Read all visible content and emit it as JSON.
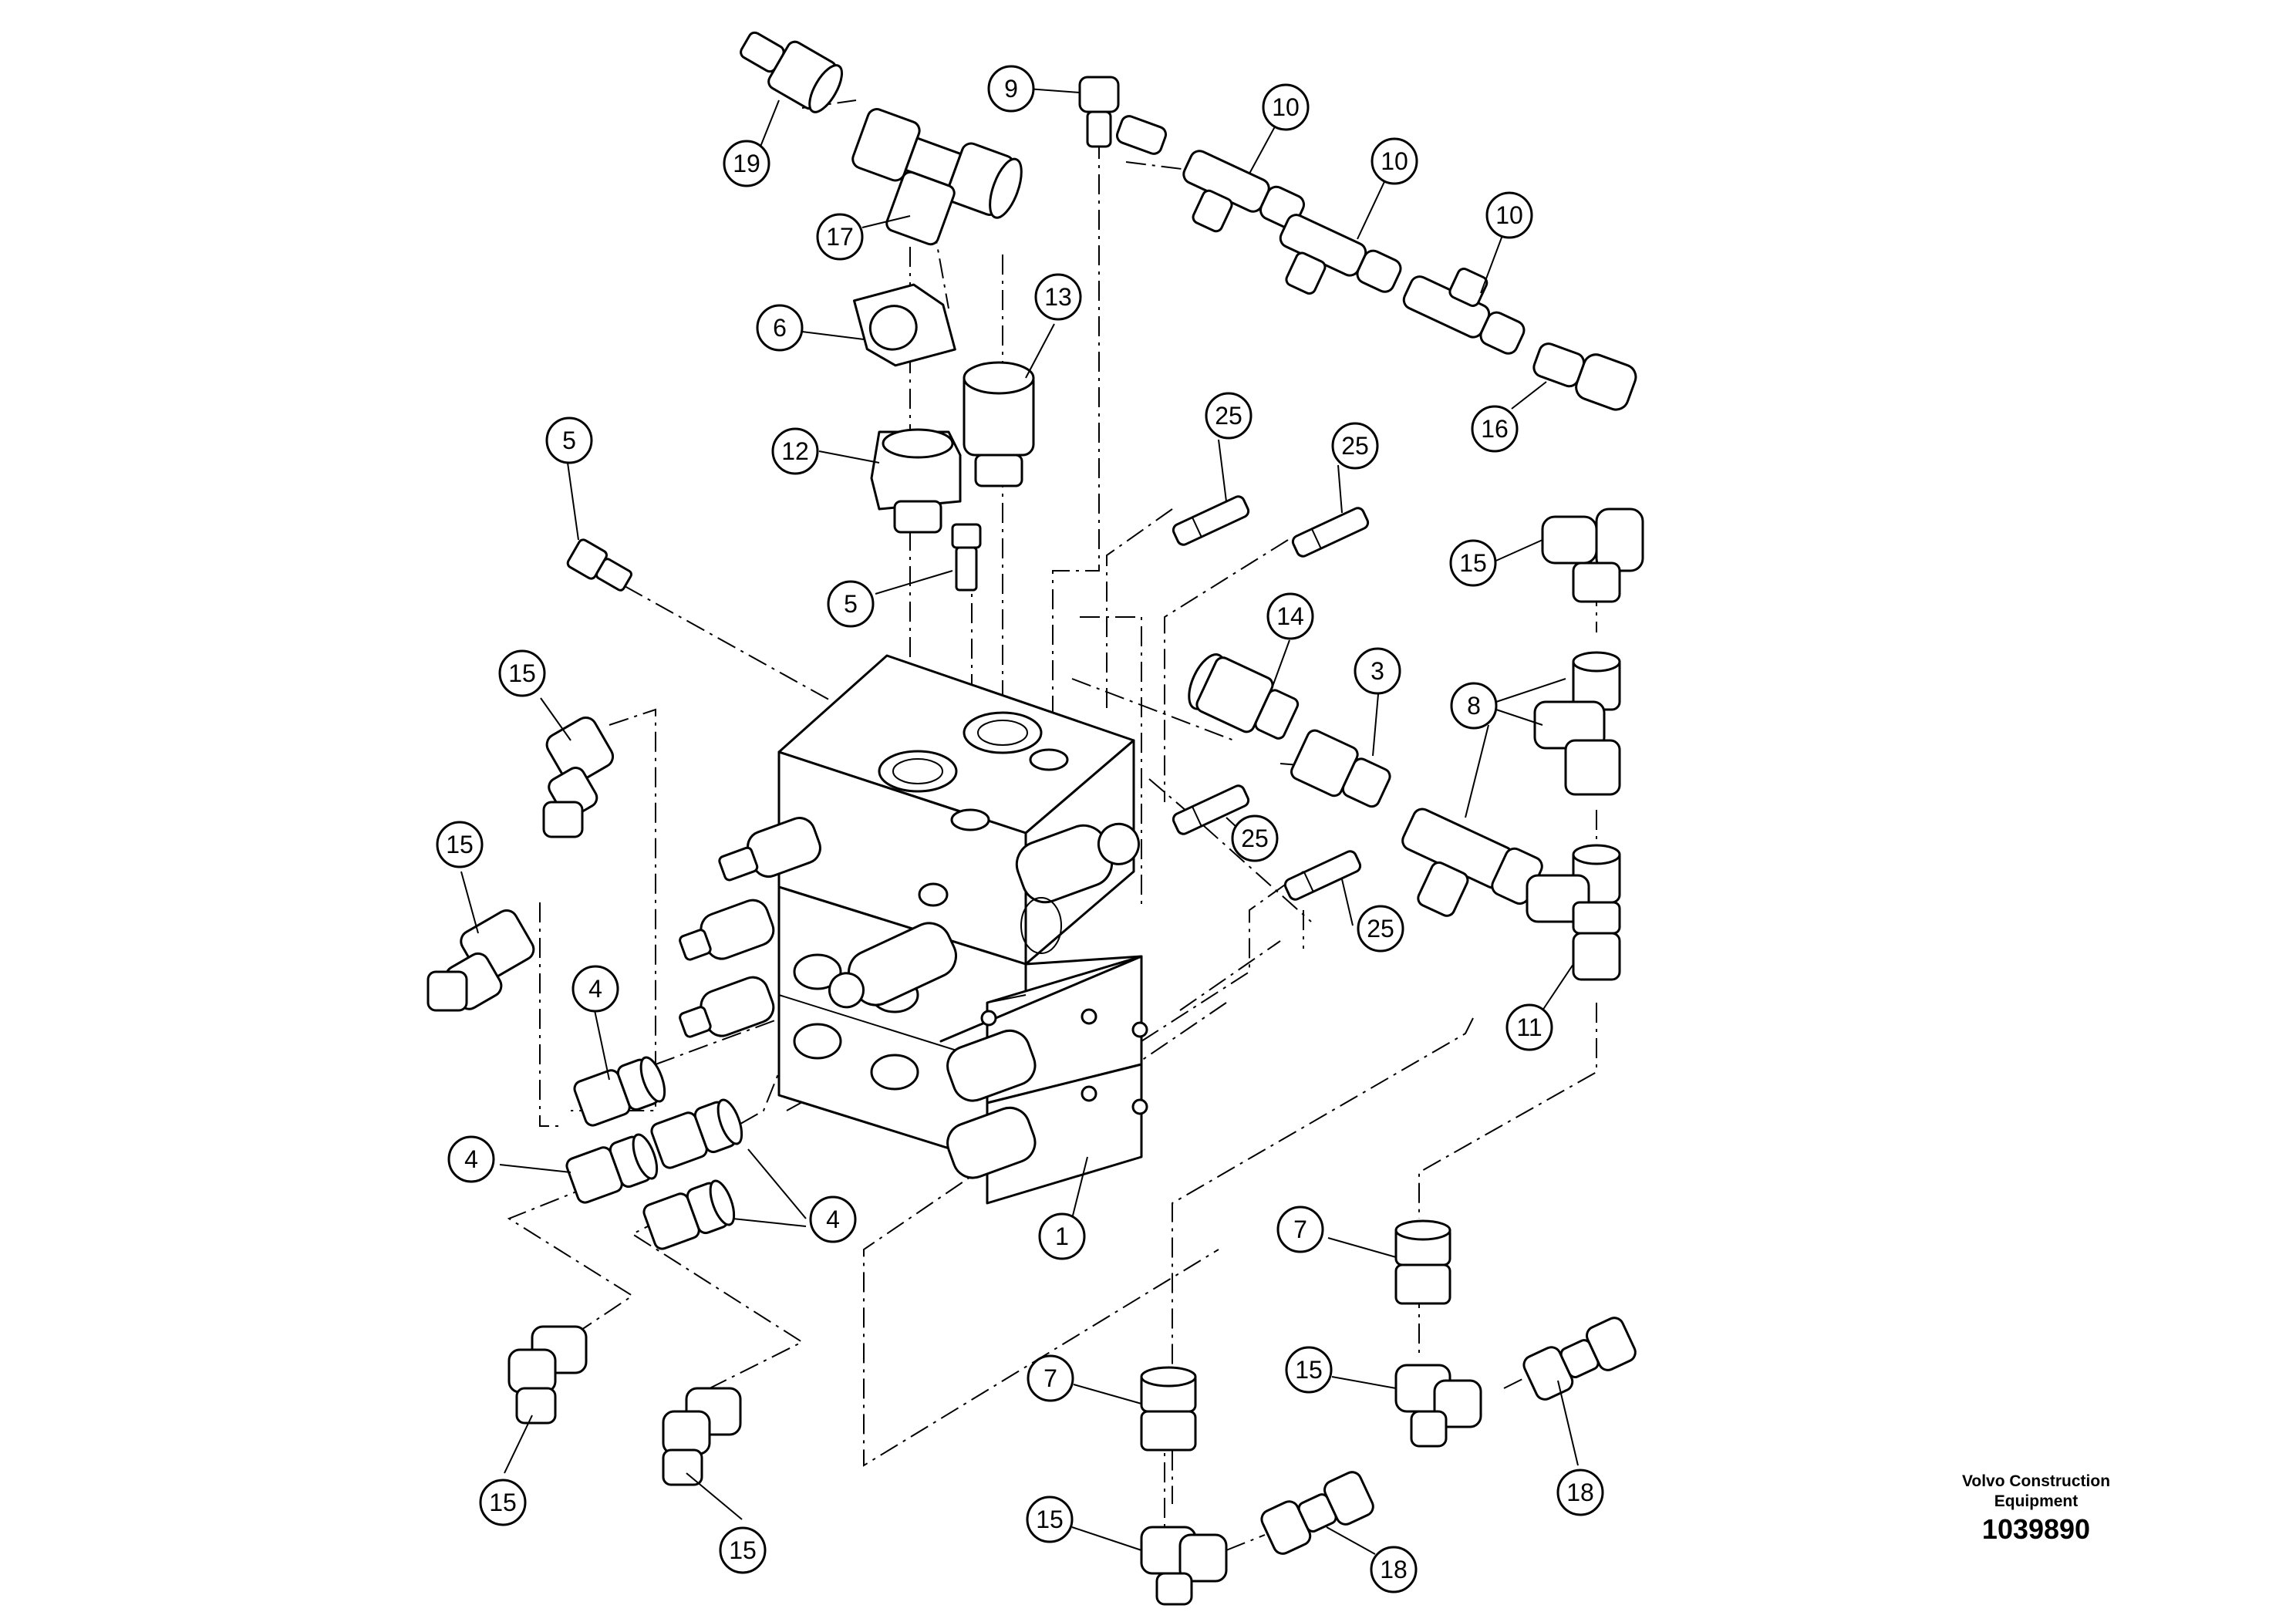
{
  "diagram": {
    "callouts": [
      "19",
      "9",
      "10",
      "10",
      "10",
      "17",
      "6",
      "13",
      "16",
      "5",
      "12",
      "25",
      "25",
      "15",
      "5",
      "14",
      "3",
      "15",
      "8",
      "25",
      "15",
      "25",
      "11",
      "4",
      "4",
      "4",
      "1",
      "7",
      "15",
      "7",
      "18",
      "15",
      "15",
      "15",
      "18"
    ]
  },
  "footer": {
    "brand_line1": "Volvo Construction",
    "brand_line2": "Equipment",
    "drawing_number": "1039890"
  }
}
